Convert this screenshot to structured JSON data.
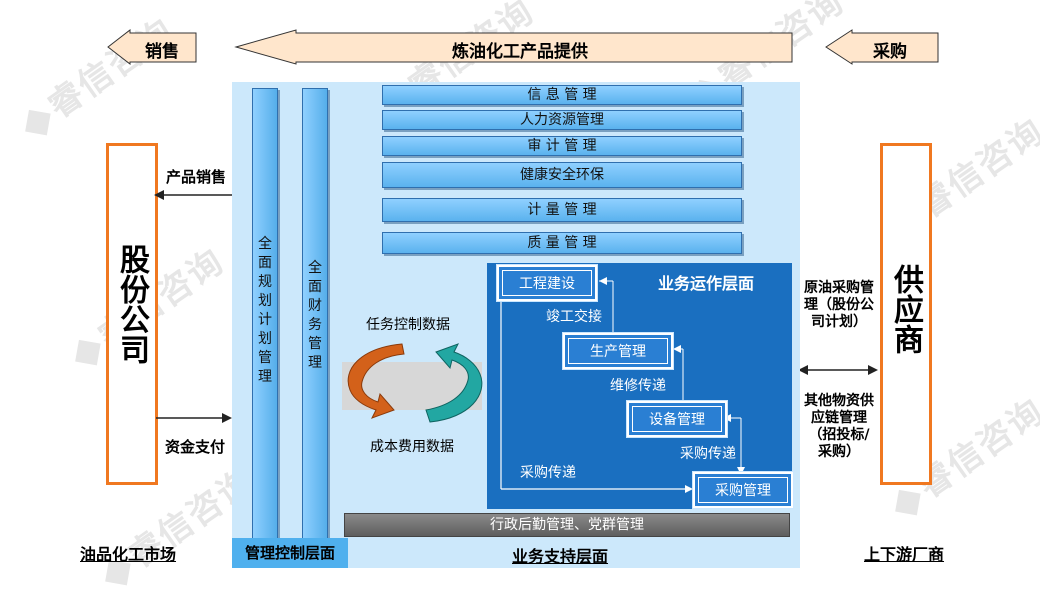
{
  "header": {
    "left_arrow": "销售",
    "center_arrow": "炼油化工产品提供",
    "right_arrow": "采购"
  },
  "left_panel": {
    "title": "股份公司",
    "product_sales": "产品销售",
    "fund_payment": "资金支付",
    "footer": "油品化工市场"
  },
  "right_panel": {
    "title": "供应商",
    "crude_purchase": "原油采购管理（股份公司计划）",
    "other_supply": "其他物资供应链管理（招投标/采购）",
    "footer": "上下游厂商"
  },
  "management": {
    "planning": "全面规划计划管理",
    "finance": "全面财务管理",
    "footer": "管理控制层面"
  },
  "support_bars": [
    "信 息 管 理",
    "人力资源管理",
    "审 计 管 理",
    "健康安全环保",
    "计 量 管 理",
    "质 量 管 理"
  ],
  "cycle": {
    "task_data": "任务控制数据",
    "cost_data": "成本费用数据"
  },
  "operations": {
    "title": "业务运作层面",
    "engineering": "工程建设",
    "handover": "竣工交接",
    "production": "生产管理",
    "maintenance_transfer": "维修传递",
    "equipment": "设备管理",
    "purchase_transfer_right": "采购传递",
    "purchase_transfer_left": "采购传递",
    "procurement": "采购管理"
  },
  "admin_bar": "行政后勤管理、党群管理",
  "support_footer": "业务支持层面",
  "watermark": "睿信咨询",
  "colors": {
    "orange": "#f07820",
    "light_blue_bg": "#cce8fb",
    "ops_blue": "#1a6fc0",
    "bar_blue": "#5ab2ee",
    "teal": "#22a7a2",
    "dark_orange": "#c85c14"
  }
}
